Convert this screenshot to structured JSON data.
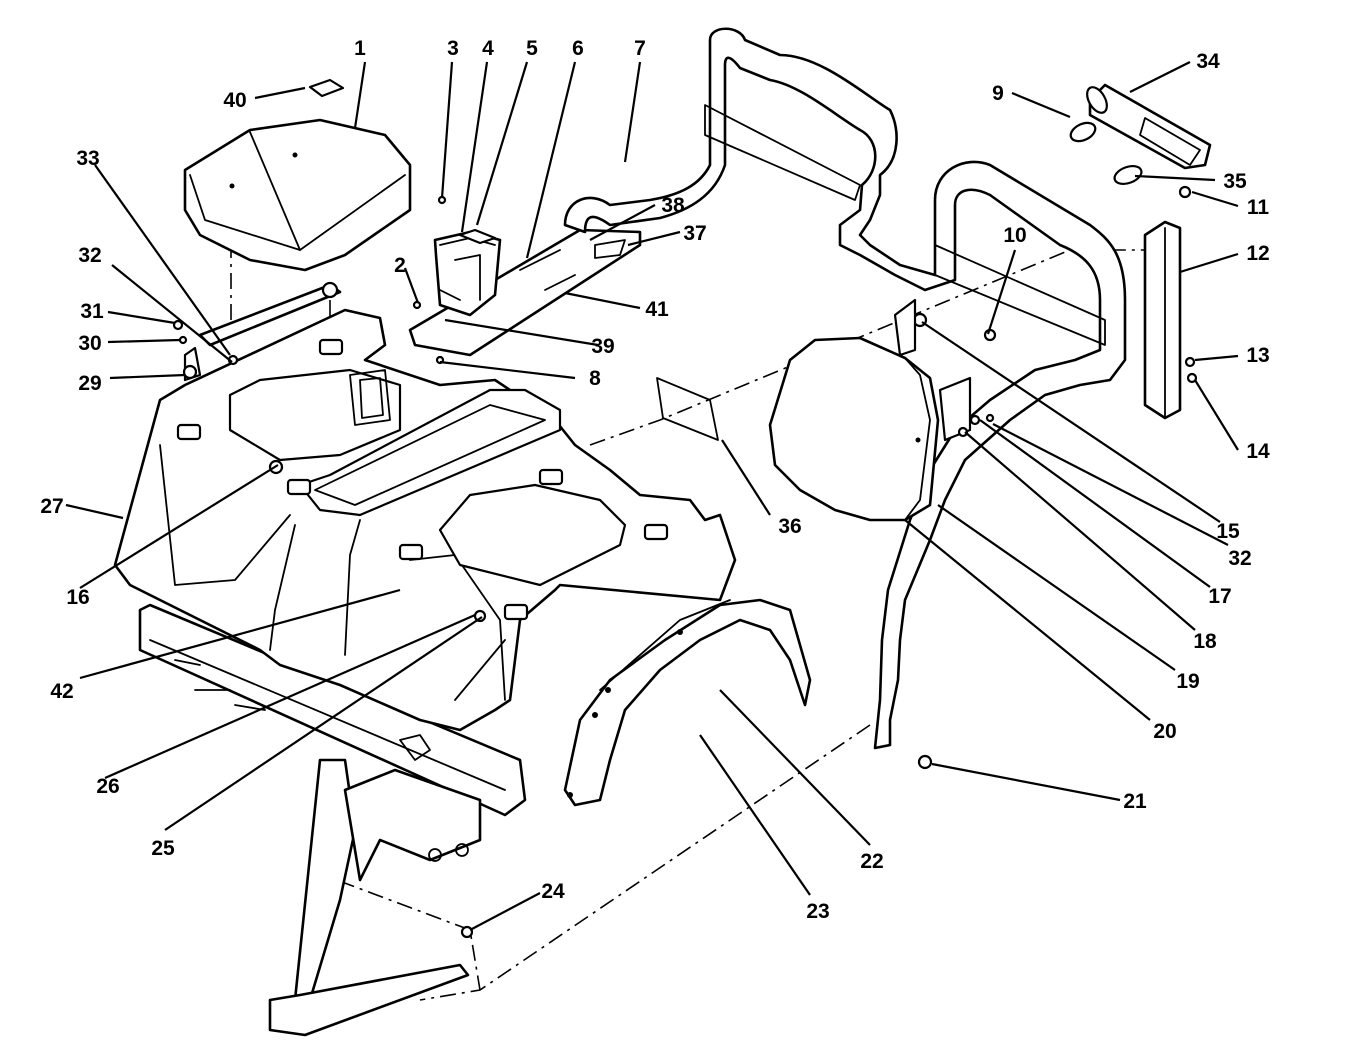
{
  "callouts": [
    {
      "id": "1",
      "label": "1"
    },
    {
      "id": "2",
      "label": "2"
    },
    {
      "id": "3",
      "label": "3"
    },
    {
      "id": "4",
      "label": "4"
    },
    {
      "id": "5",
      "label": "5"
    },
    {
      "id": "6",
      "label": "6"
    },
    {
      "id": "7",
      "label": "7"
    },
    {
      "id": "8",
      "label": "8"
    },
    {
      "id": "9",
      "label": "9"
    },
    {
      "id": "10",
      "label": "10"
    },
    {
      "id": "11",
      "label": "11"
    },
    {
      "id": "12",
      "label": "12"
    },
    {
      "id": "13",
      "label": "13"
    },
    {
      "id": "14",
      "label": "14"
    },
    {
      "id": "15",
      "label": "15"
    },
    {
      "id": "16",
      "label": "16"
    },
    {
      "id": "17",
      "label": "17"
    },
    {
      "id": "18",
      "label": "18"
    },
    {
      "id": "19",
      "label": "19"
    },
    {
      "id": "20",
      "label": "20"
    },
    {
      "id": "21",
      "label": "21"
    },
    {
      "id": "22",
      "label": "22"
    },
    {
      "id": "23",
      "label": "23"
    },
    {
      "id": "24",
      "label": "24"
    },
    {
      "id": "25",
      "label": "25"
    },
    {
      "id": "26",
      "label": "26"
    },
    {
      "id": "27",
      "label": "27"
    },
    {
      "id": "29",
      "label": "29"
    },
    {
      "id": "30",
      "label": "30"
    },
    {
      "id": "31",
      "label": "31"
    },
    {
      "id": "32a",
      "label": "32"
    },
    {
      "id": "32b",
      "label": "32"
    },
    {
      "id": "33",
      "label": "33"
    },
    {
      "id": "34",
      "label": "34"
    },
    {
      "id": "35",
      "label": "35"
    },
    {
      "id": "36",
      "label": "36"
    },
    {
      "id": "37",
      "label": "37"
    },
    {
      "id": "38",
      "label": "38"
    },
    {
      "id": "39",
      "label": "39"
    },
    {
      "id": "40",
      "label": "40"
    },
    {
      "id": "41",
      "label": "41"
    },
    {
      "id": "42",
      "label": "42"
    }
  ]
}
